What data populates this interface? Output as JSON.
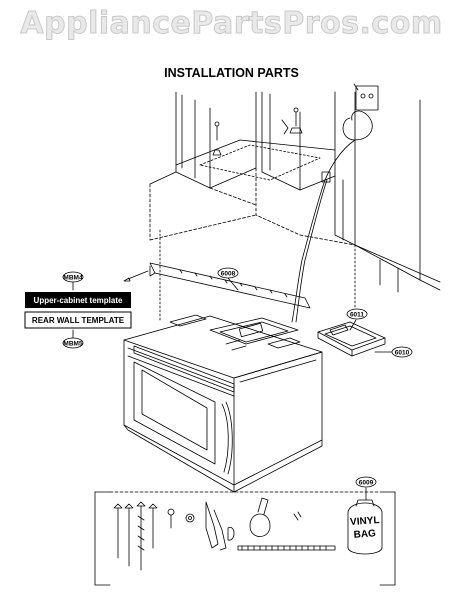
{
  "watermark": "AppliancePartsPros.com",
  "title": "INSTALLATION PARTS",
  "callouts": {
    "mbm4": "MBM4",
    "mbm5": "MBM5",
    "p6008": "6008",
    "p6011": "6011",
    "p6010": "6010",
    "p6009": "6009"
  },
  "templates": {
    "upper_cabinet": "Upper-cabinet template",
    "rear_wall": "REAR WALL TEMPLATE"
  },
  "bag": {
    "line1": "VINYL",
    "line2": "BAG"
  }
}
